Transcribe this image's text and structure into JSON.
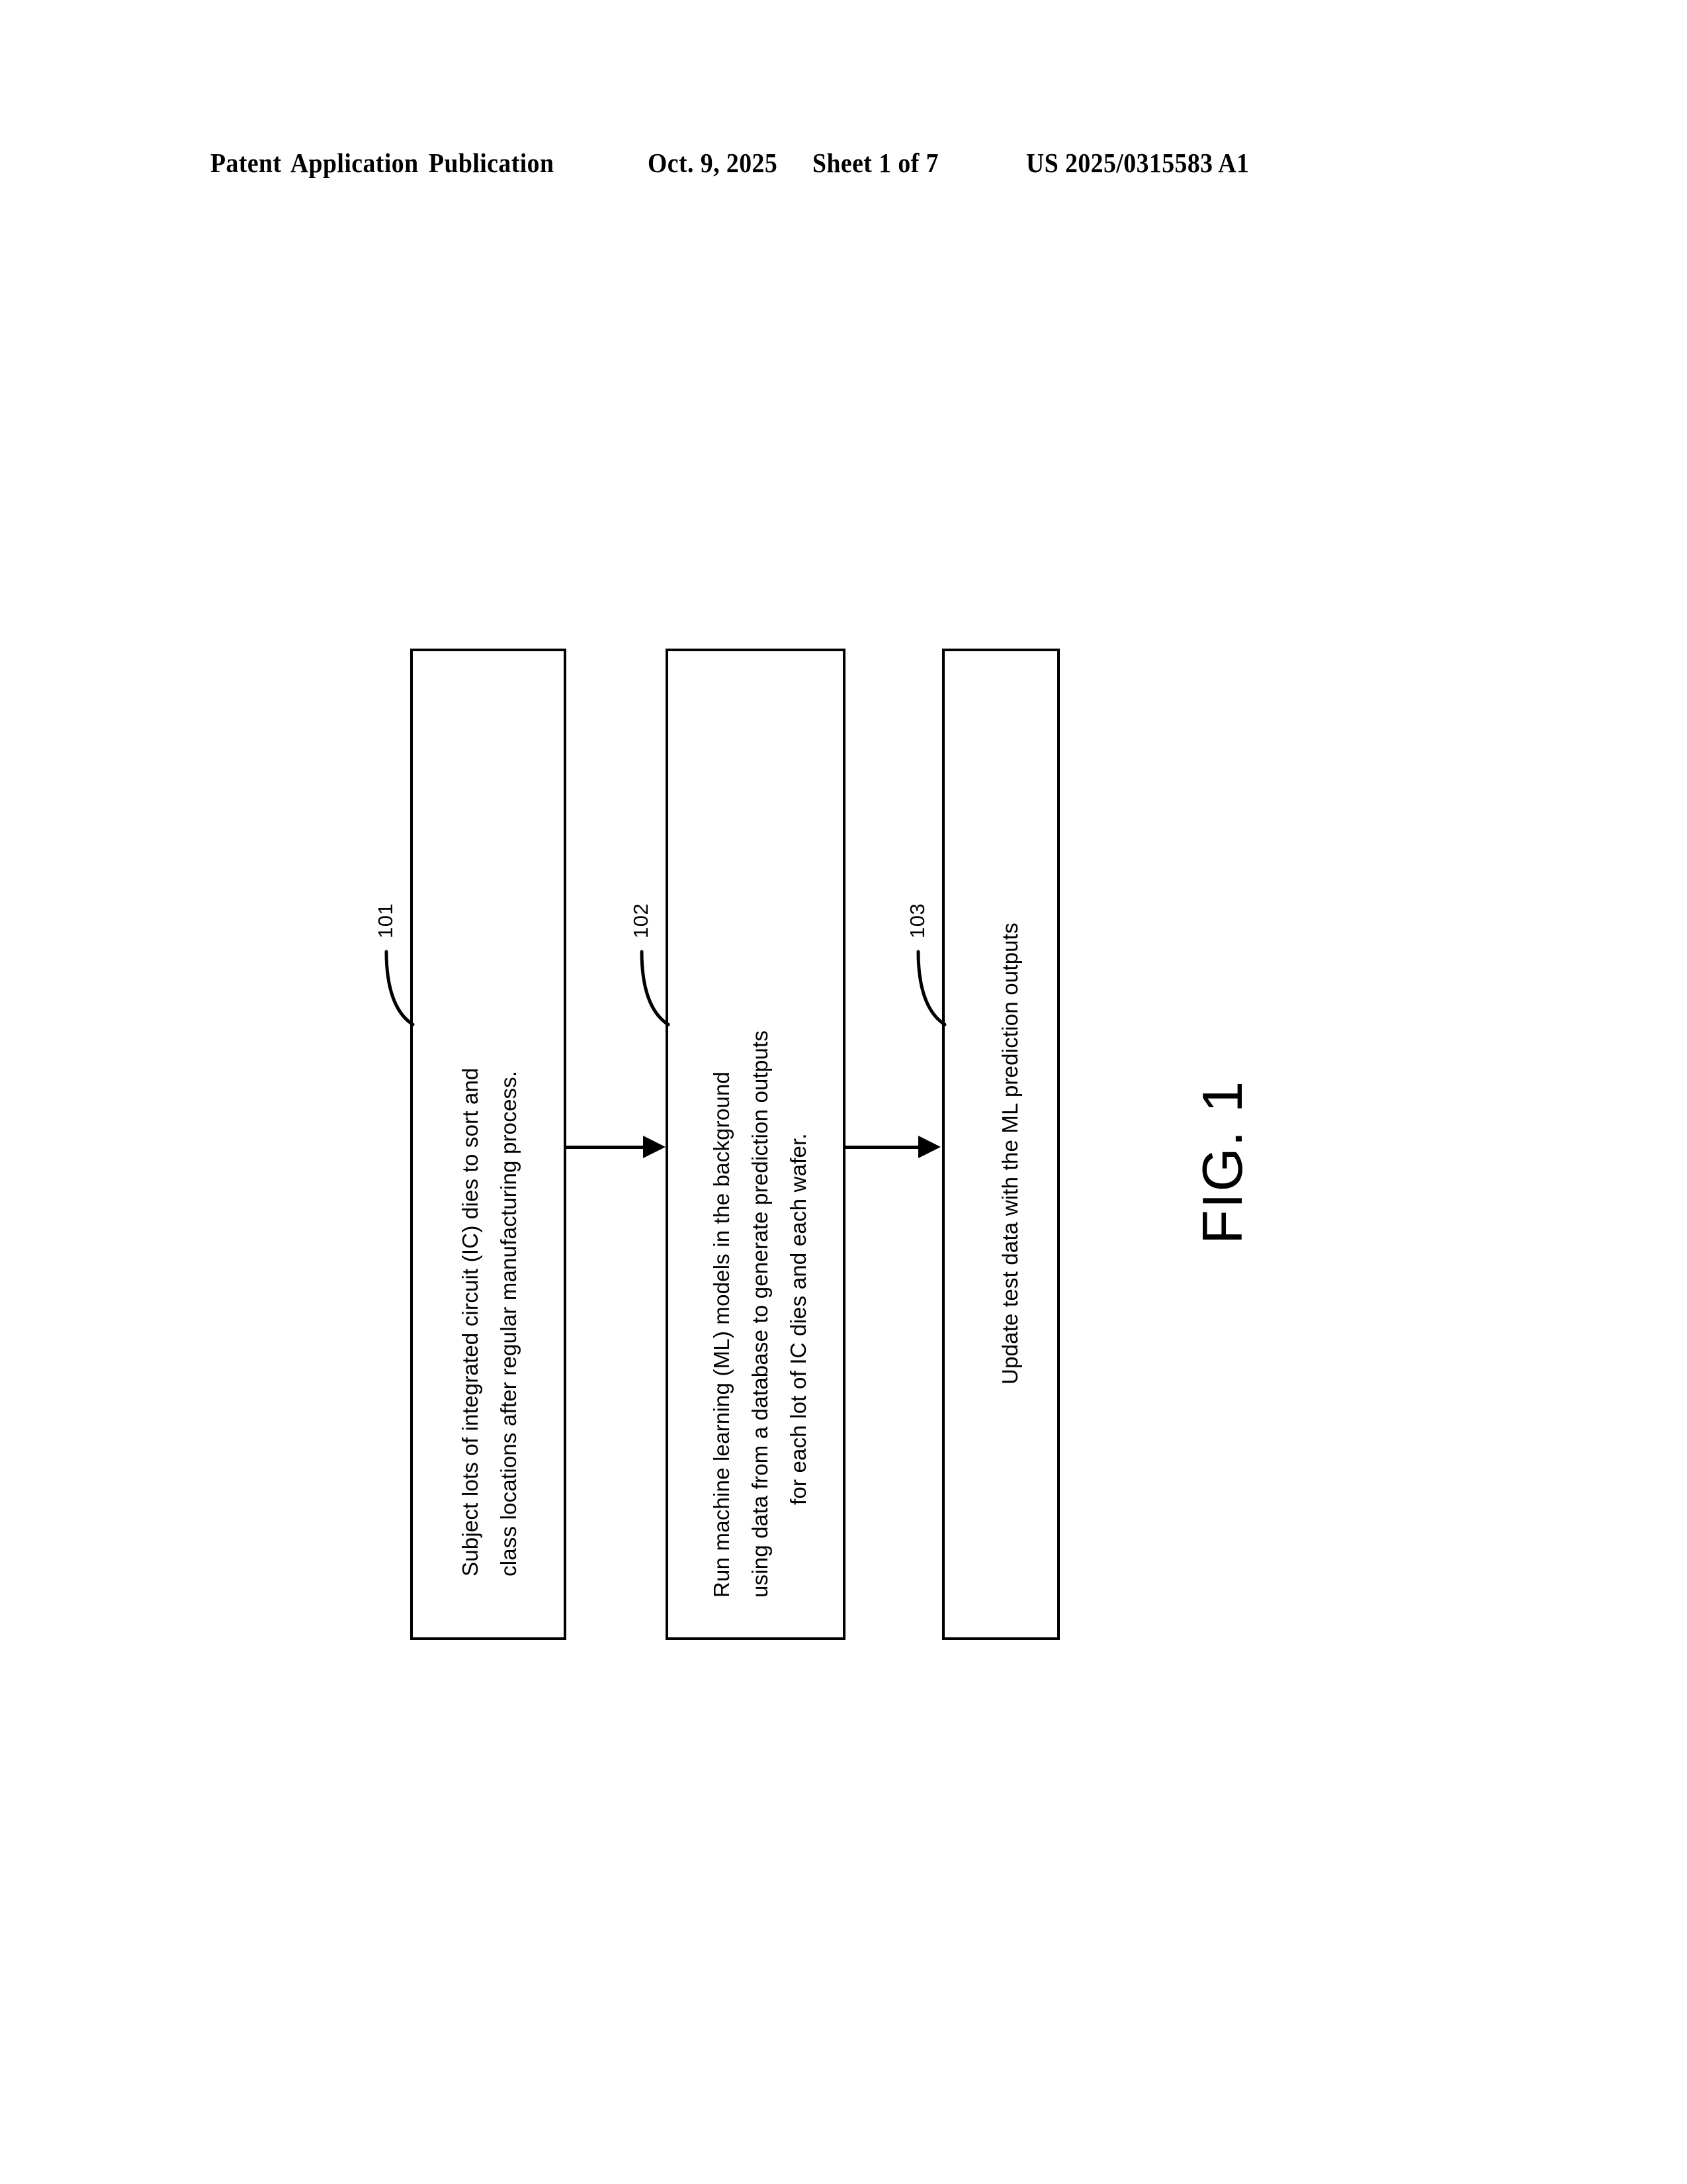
{
  "header": {
    "publication": "Patent Application Publication",
    "date": "Oct. 9, 2025",
    "sheet": "Sheet 1 of 7",
    "patent_number": "US 2025/0315583 A1"
  },
  "figure": {
    "caption": "FIG. 1",
    "orientation": "landscape-rotated",
    "ink_color": "#000000",
    "background_color": "#ffffff"
  },
  "flowchart": {
    "steps": [
      {
        "ref": "101",
        "lines": [
          "Subject lots of integrated circuit (IC) dies to sort and",
          "class locations after regular manufacturing process."
        ],
        "text": "Subject lots of integrated circuit (IC) dies to sort and class locations after regular manufacturing process."
      },
      {
        "ref": "102",
        "lines": [
          "Run machine learning (ML) models in the background",
          "using data from a database to generate prediction outputs",
          "for each lot of IC dies and each wafer."
        ],
        "text": "Run machine learning (ML) models in the background using data from a database to generate prediction outputs for each lot of IC dies and each wafer."
      },
      {
        "ref": "103",
        "lines": [
          "Update test data with the ML prediction outputs"
        ],
        "text": "Update test data with the ML prediction outputs"
      }
    ],
    "connectors": [
      {
        "from": "101",
        "to": "102",
        "kind": "arrow"
      },
      {
        "from": "102",
        "to": "103",
        "kind": "arrow"
      }
    ]
  }
}
